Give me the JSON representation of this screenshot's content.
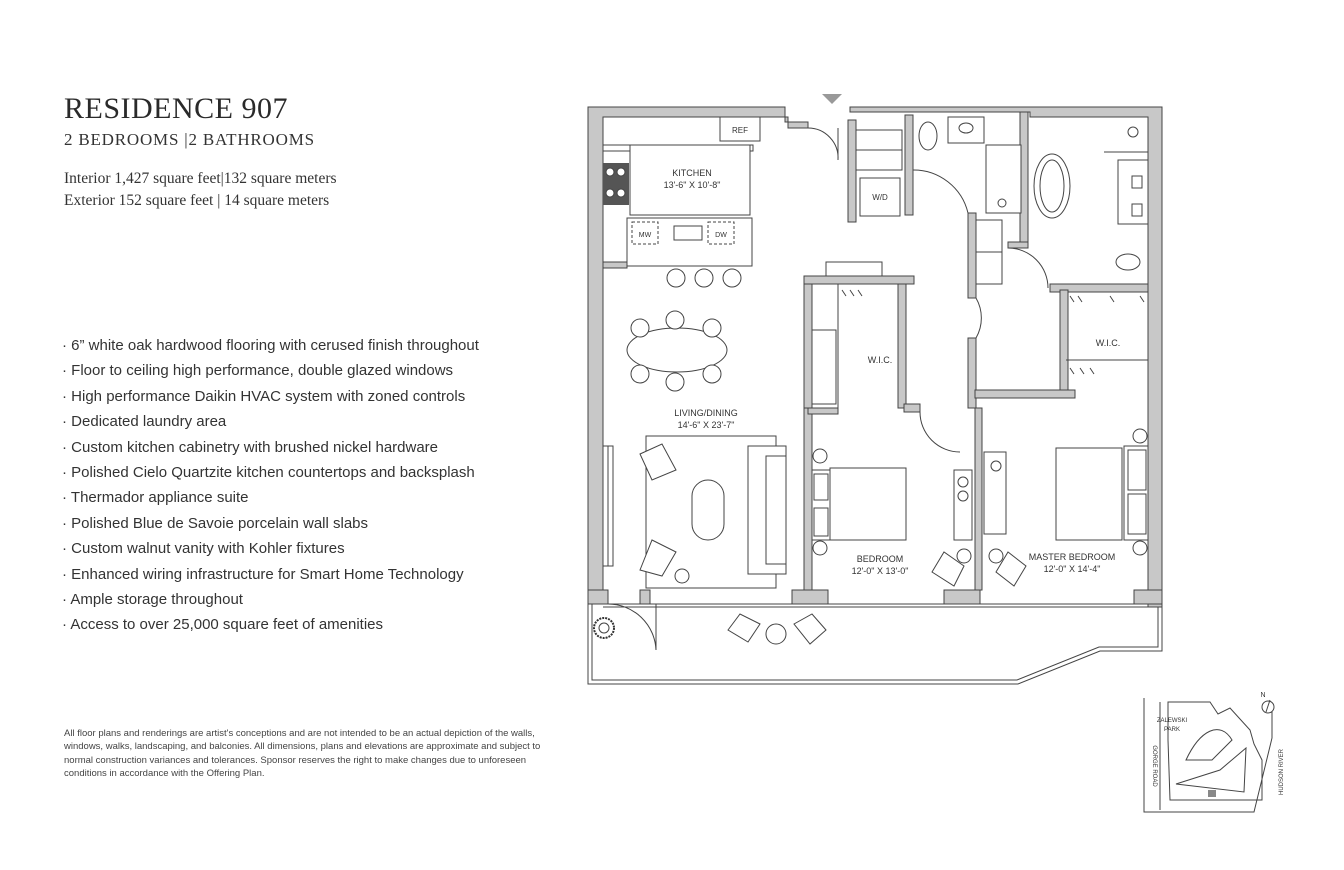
{
  "residence": {
    "title": "RESIDENCE 907",
    "subtitle": "2 BEDROOMS |2 BATHROOMS",
    "interior": "Interior 1,427 square feet|132 square meters",
    "exterior": "Exterior 152 square feet | 14 square meters"
  },
  "features": [
    "6” white oak hardwood flooring with cerused finish throughout",
    "Floor to ceiling high performance, double glazed windows",
    "High performance Daikin HVAC system with zoned controls",
    "Dedicated laundry area",
    "Custom kitchen cabinetry with brushed nickel hardware",
    "Polished Cielo Quartzite kitchen countertops and backsplash",
    "Thermador appliance suite",
    "Polished Blue de Savoie porcelain wall slabs",
    "Custom walnut vanity with Kohler fixtures",
    "Enhanced wiring infrastructure for Smart Home Technology",
    "Ample storage throughout",
    "Access to over 25,000 square feet of amenities"
  ],
  "disclaimer": "All floor plans and renderings are artist's conceptions and are not intended to be an actual depiction of the walls, windows, walks, landscaping, and balconies. All dimensions, plans and elevations are approximate and subject to normal construction variances and tolerances. Sponsor reserves the right to make changes due to unforeseen conditions in accordance with the Offering Plan.",
  "plan": {
    "kitchen": "KITCHEN",
    "kitchen_dim": "13'-6\" X 10'-8\"",
    "living": "LIVING/DINING",
    "living_dim": "14'-6\" X 23'-7\"",
    "bedroom": "BEDROOM",
    "bedroom_dim": "12'-0\" X 13'-0\"",
    "master": "MASTER BEDROOM",
    "master_dim": "12'-0\" X 14'-4\"",
    "wic": "W.I.C.",
    "wic2": "W.I.C.",
    "ref": "REF",
    "mw": "MW",
    "dw": "DW",
    "wd": "W/D"
  },
  "site_map": {
    "park": "ZALEWSKI",
    "park2": "PARK",
    "road": "GORGE ROAD",
    "river": "HUDSON RIVER",
    "north": "N"
  }
}
